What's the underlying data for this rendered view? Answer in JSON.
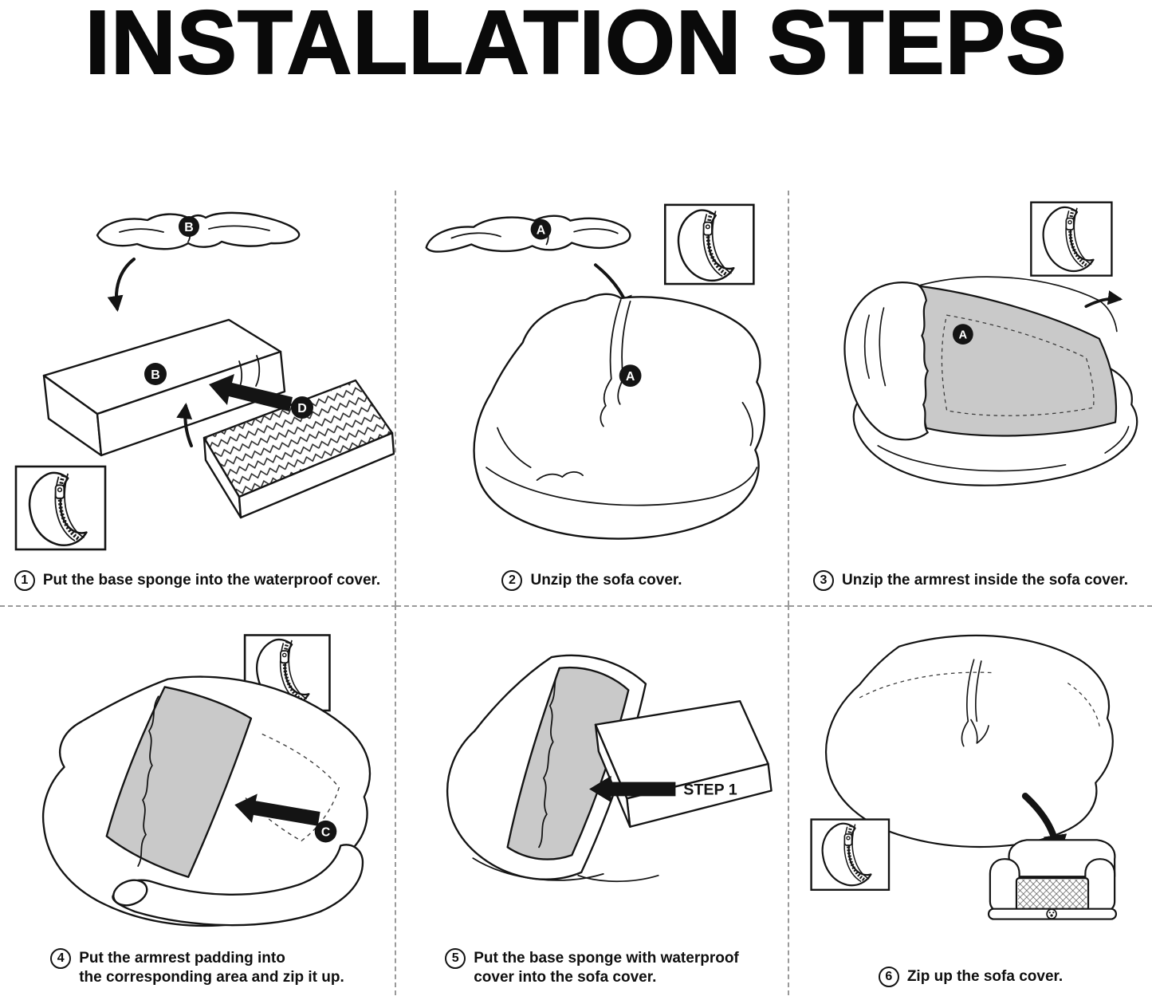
{
  "title": "INSTALLATION STEPS",
  "colors": {
    "ink": "#141414",
    "lining_gray": "#c9c9c9",
    "background": "#ffffff",
    "divider_dash": "#9a9a9a"
  },
  "steps": [
    {
      "number": "1",
      "line1": "Put the base sponge into the waterproof cover.",
      "line2": "",
      "labels": {
        "a": "B",
        "b": "B",
        "c": "D"
      }
    },
    {
      "number": "2",
      "line1": "Unzip the sofa cover.",
      "line2": "",
      "labels": {
        "a": "A",
        "b": "A"
      }
    },
    {
      "number": "3",
      "line1": "Unzip the armrest inside the sofa cover.",
      "line2": "",
      "labels": {
        "a": "A"
      }
    },
    {
      "number": "4",
      "line1": "Put the armrest padding into",
      "line2": "the corresponding area and zip it up.",
      "labels": {
        "a": "C"
      }
    },
    {
      "number": "5",
      "line1": "Put the base sponge with waterproof",
      "line2": "cover into the sofa cover.",
      "labels": {
        "a": "STEP 1"
      }
    },
    {
      "number": "6",
      "line1": "Zip up the sofa cover.",
      "line2": "",
      "labels": {}
    }
  ]
}
